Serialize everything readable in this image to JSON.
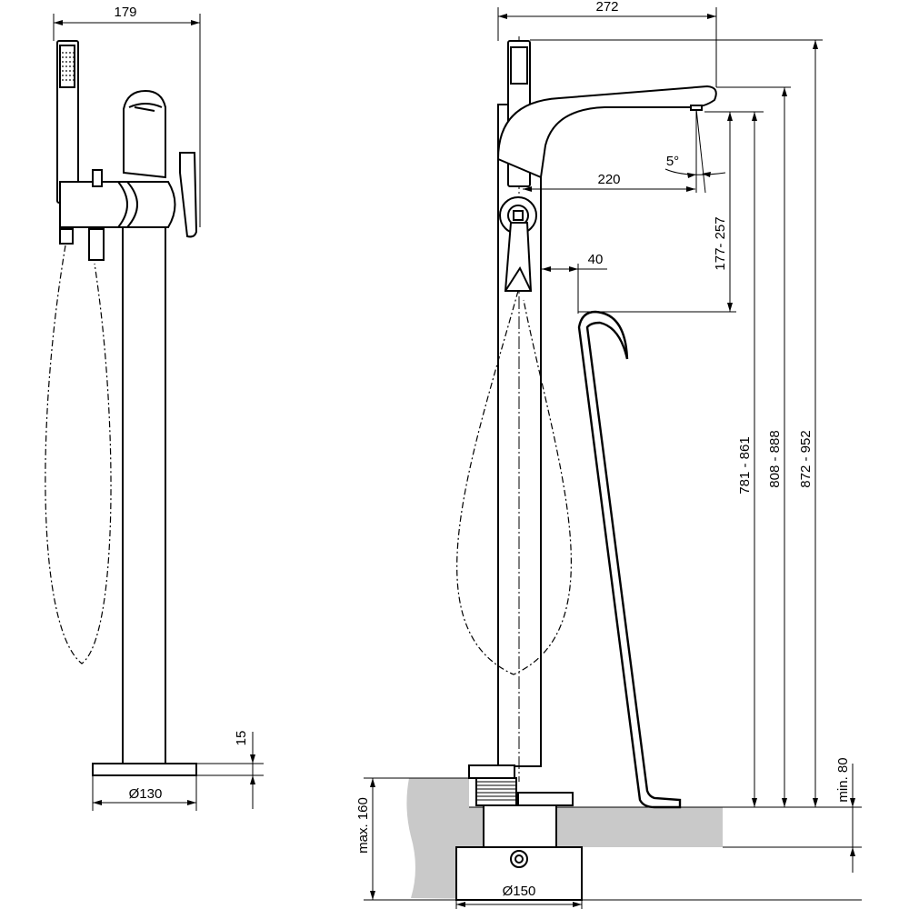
{
  "dimensions": {
    "side_width": "179",
    "front_width": "272",
    "spout_reach": "220",
    "spout_angle": "5°",
    "handshower_offset": "40",
    "spout_drop": "177- 257",
    "height_a": "781 - 861",
    "height_b": "808 - 888",
    "height_c": "872 - 952",
    "base_thickness": "15",
    "base_diameter_side": "Ø130",
    "base_diameter_front": "Ø150",
    "install_depth_max": "max. 160",
    "install_depth_min": "min. 80"
  },
  "colors": {
    "line": "#000000",
    "floor": "#c9c9c9",
    "background": "#ffffff"
  }
}
